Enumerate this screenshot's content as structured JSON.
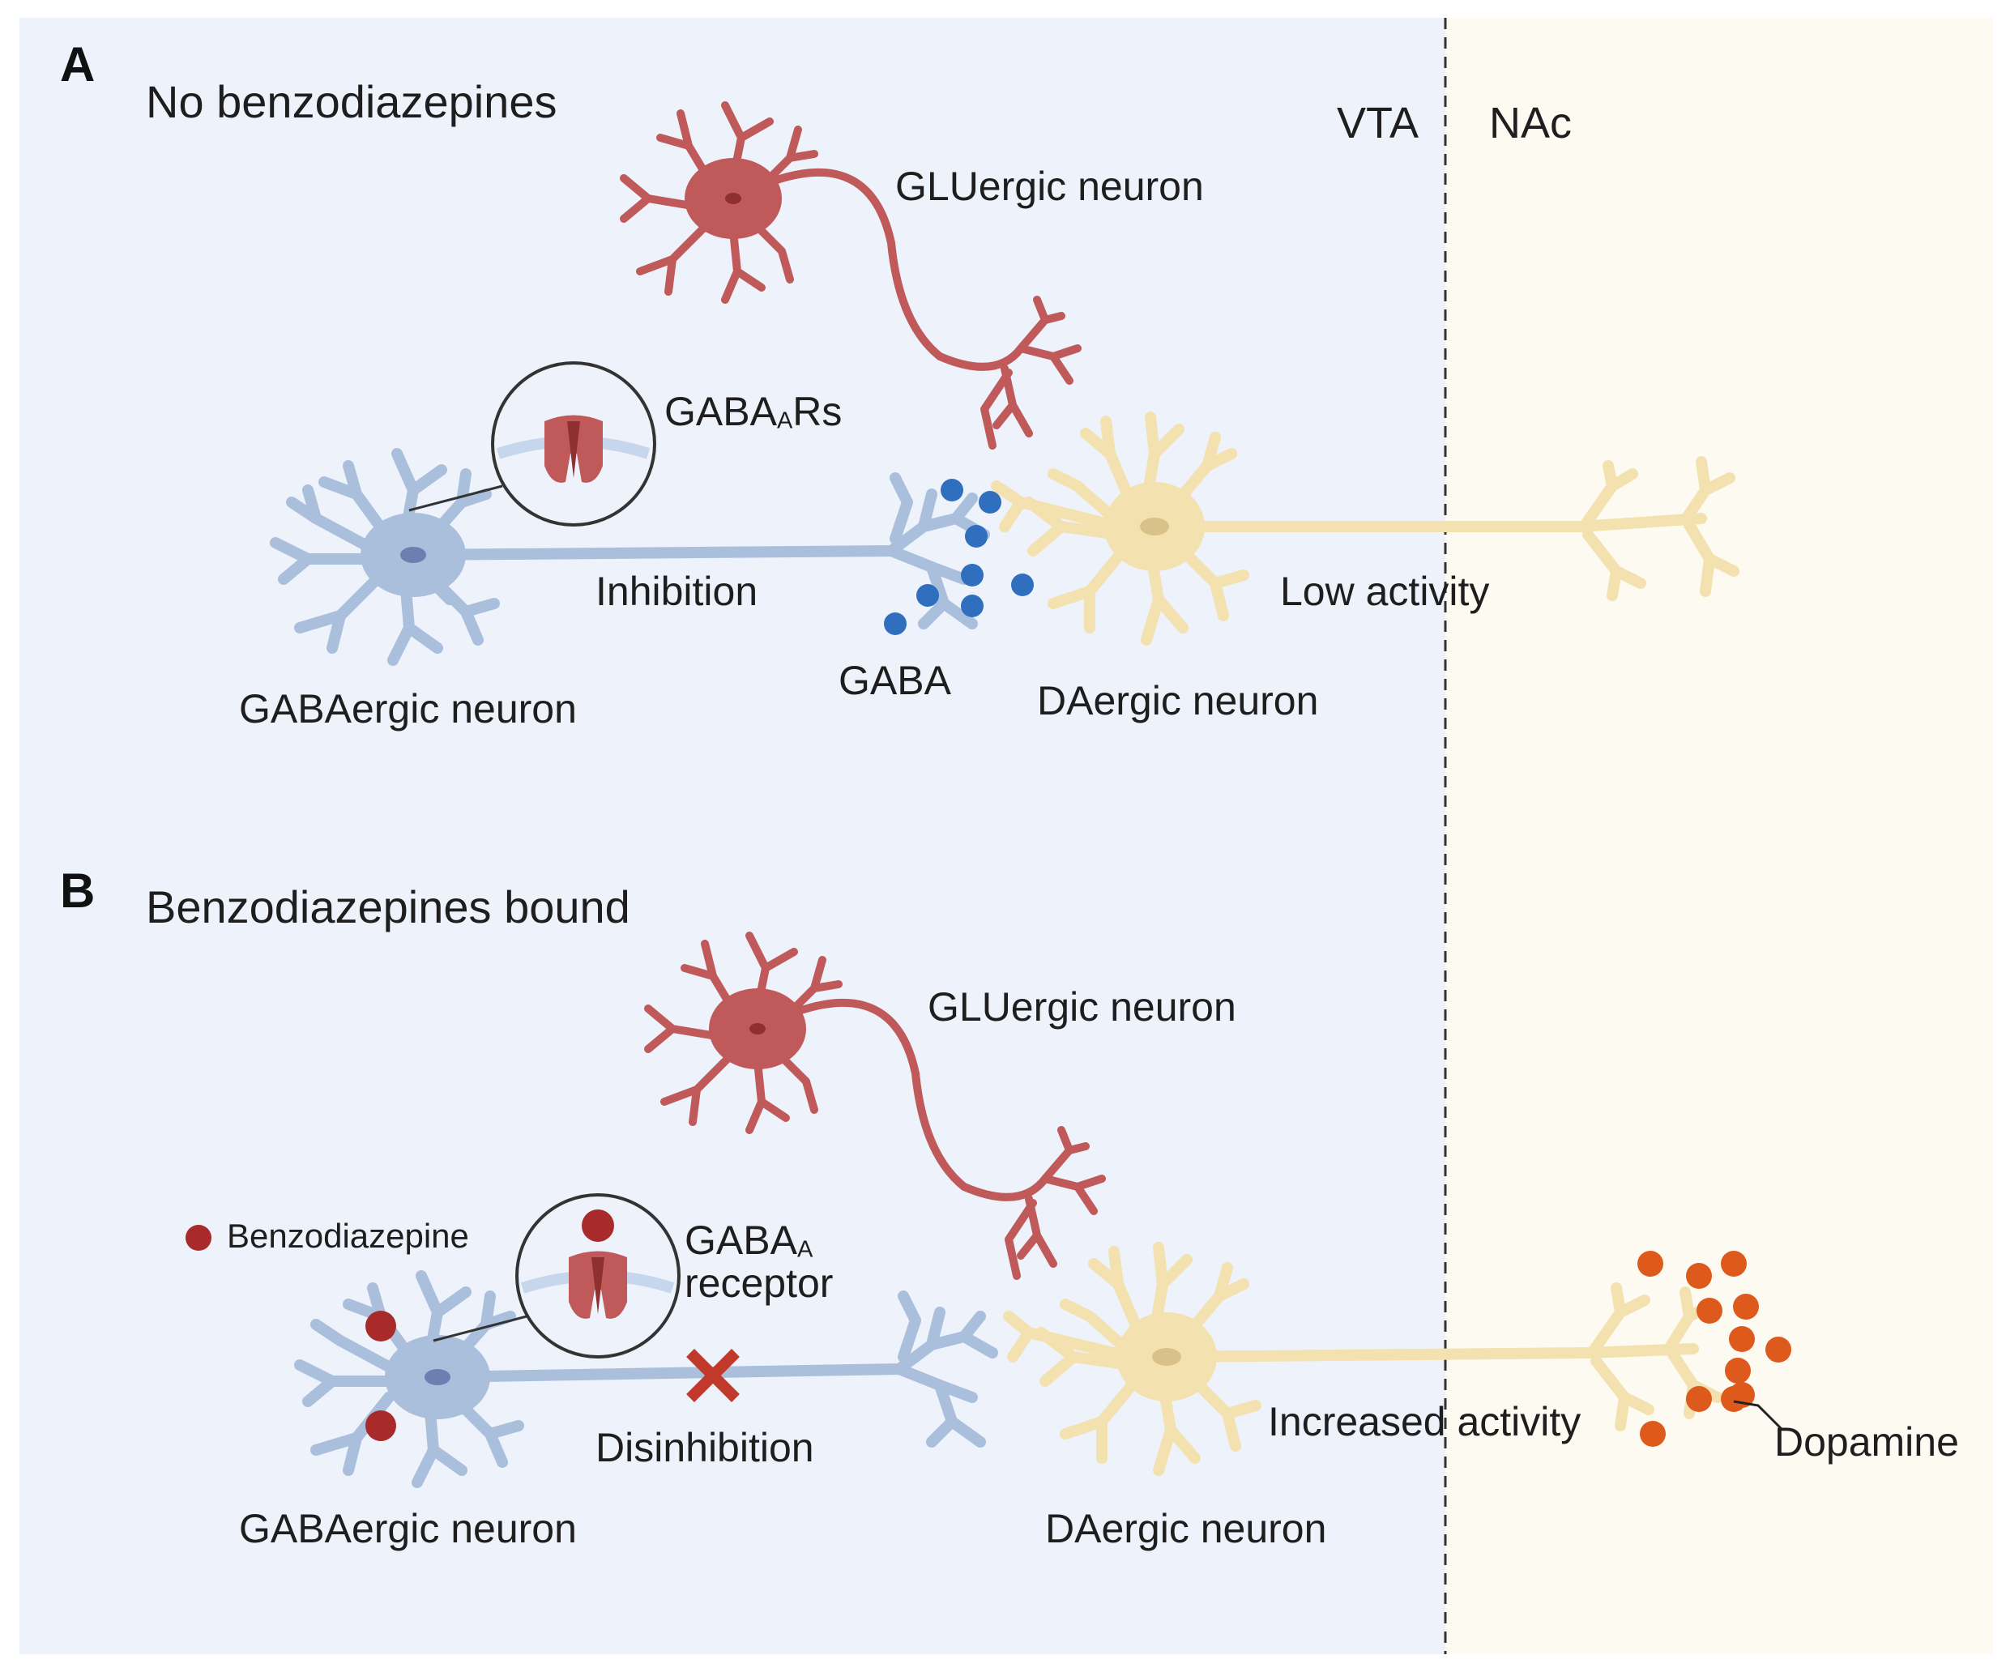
{
  "regions": {
    "left": "VTA",
    "right": "NAc"
  },
  "panel_a": {
    "letter": "A",
    "title": "No benzodiazepines",
    "glu_label": "GLUergic neuron",
    "receptor_label_main": "GABA",
    "receptor_label_sub": "A",
    "receptor_label_end": "Rs",
    "inhibition_label": "Inhibition",
    "gaba_label": "GABA",
    "gaba_neuron_label": "GABAergic neuron",
    "da_neuron_label": "DAergic neuron",
    "activity_label": "Low activity"
  },
  "panel_b": {
    "letter": "B",
    "title": "Benzodiazepines bound",
    "glu_label": "GLUergic neuron",
    "legend_label": "Benzodiazepine",
    "receptor_label_main": "GABA",
    "receptor_label_sub": "A",
    "receptor_label_line2": "receptor",
    "disinhibition_label": "Disinhibition",
    "gaba_neuron_label": "GABAergic neuron",
    "da_neuron_label": "DAergic neuron",
    "activity_label": "Increased activity",
    "dopamine_label": "Dopamine"
  },
  "colors": {
    "vta_bg": "#edf2fb",
    "nac_bg": "#fdfaf1",
    "gaba_neuron": "#a9bfdc",
    "glu_neuron": "#c05a5a",
    "da_neuron": "#f3e2b0",
    "gaba_dot": "#2f6fbd",
    "dopamine_dot": "#dd5a1c",
    "benzodiazepine": "#a82a2a",
    "block_x": "#c0392b"
  }
}
